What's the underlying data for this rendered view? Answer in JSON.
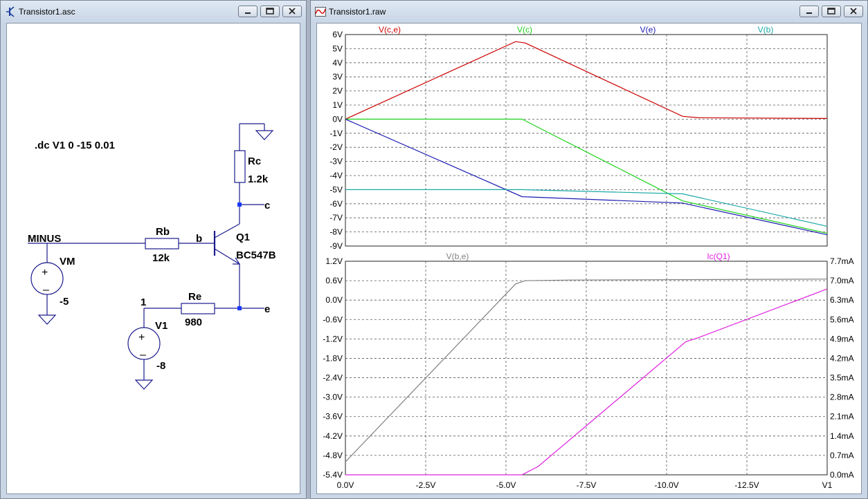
{
  "windows": {
    "schematic": {
      "title": "Transistor1.asc"
    },
    "waveform": {
      "title": "Transistor1.raw"
    }
  },
  "schematic": {
    "directive": ".dc V1  0 -15 0.01",
    "net_minus": "MINUS",
    "source_vm_name": "VM",
    "source_vm_value": "-5",
    "rb_name": "Rb",
    "rb_value": "12k",
    "node_b": "b",
    "q1_name": "Q1",
    "q1_model": "BC547B",
    "rc_name": "Rc",
    "rc_value": "1.2k",
    "node_c": "c",
    "node_1": "1",
    "re_name": "Re",
    "re_value": "980",
    "node_e": "e",
    "source_v1_name": "V1",
    "source_v1_value": "-8",
    "plus_sign": "+",
    "minus_sign": "–"
  },
  "colors": {
    "vce": "#cc0000",
    "vc": "#19d119",
    "ve": "#1a1ab0",
    "vb": "#1aa8a8",
    "vbe": "#808080",
    "ic": "#e020e0",
    "wire": "#1a1a8c",
    "grid": "#555555"
  },
  "icons": {
    "schematic": "transistor-icon",
    "waveform": "waveform-icon",
    "minimize": "minimize-icon",
    "maximize": "maximize-icon",
    "close": "close-icon"
  },
  "chart_data": [
    {
      "type": "line",
      "xlim": [
        0,
        -15
      ],
      "ylim": [
        -9,
        6
      ],
      "x_ticks": [
        "0.0V",
        "-2.5V",
        "-5.0V",
        "-7.5V",
        "-10.0V",
        "-12.5V"
      ],
      "x_tick_values": [
        0,
        -2.5,
        -5,
        -7.5,
        -10,
        -12.5
      ],
      "x_end_label": "V1",
      "y_ticks": [
        "6V",
        "5V",
        "4V",
        "3V",
        "2V",
        "1V",
        "0V",
        "-1V",
        "-2V",
        "-3V",
        "-4V",
        "-5V",
        "-6V",
        "-7V",
        "-8V",
        "-9V"
      ],
      "y_tick_values": [
        6,
        5,
        4,
        3,
        2,
        1,
        0,
        -1,
        -2,
        -3,
        -4,
        -5,
        -6,
        -7,
        -8,
        -9
      ],
      "grid": true,
      "series": [
        {
          "name": "V(c,e)",
          "color": "#cc0000",
          "points": [
            [
              0,
              0
            ],
            [
              -5.3,
              5.5
            ],
            [
              -5.6,
              5.4
            ],
            [
              -10.5,
              0.2
            ],
            [
              -11,
              0.1
            ],
            [
              -15,
              0.05
            ]
          ]
        },
        {
          "name": "V(c)",
          "color": "#19d119",
          "points": [
            [
              0,
              0
            ],
            [
              -5.5,
              0
            ],
            [
              -10.5,
              -5.8
            ],
            [
              -15,
              -8.1
            ]
          ]
        },
        {
          "name": "V(e)",
          "color": "#1a1ab0",
          "points": [
            [
              0,
              0
            ],
            [
              -5.5,
              -5.5
            ],
            [
              -10.5,
              -5.95
            ],
            [
              -15,
              -8.2
            ]
          ]
        },
        {
          "name": "V(b)",
          "color": "#1aa8a8",
          "points": [
            [
              0,
              -5
            ],
            [
              -5.5,
              -5
            ],
            [
              -10.5,
              -5.3
            ],
            [
              -15,
              -7.6
            ]
          ]
        }
      ]
    },
    {
      "type": "line",
      "xlim": [
        0,
        -15
      ],
      "ylim": [
        -5.4,
        1.2
      ],
      "y_ticks": [
        "1.2V",
        "0.6V",
        "0.0V",
        "-0.6V",
        "-1.2V",
        "-1.8V",
        "-2.4V",
        "-3.0V",
        "-3.6V",
        "-4.2V",
        "-4.8V",
        "-5.4V"
      ],
      "y_tick_values": [
        1.2,
        0.6,
        0,
        -0.6,
        -1.2,
        -1.8,
        -2.4,
        -3.0,
        -3.6,
        -4.2,
        -4.8,
        -5.4
      ],
      "y2lim": [
        0,
        7.7
      ],
      "y2_ticks": [
        "7.7mA",
        "7.0mA",
        "6.3mA",
        "5.6mA",
        "4.9mA",
        "4.2mA",
        "3.5mA",
        "2.8mA",
        "2.1mA",
        "1.4mA",
        "0.7mA",
        "0.0mA"
      ],
      "y2_tick_values": [
        7.7,
        7.0,
        6.3,
        5.6,
        4.9,
        4.2,
        3.5,
        2.8,
        2.1,
        1.4,
        0.7,
        0
      ],
      "grid": true,
      "series": [
        {
          "name": "V(b,e)",
          "color": "#808080",
          "axis": "left",
          "points": [
            [
              0,
              -5.0
            ],
            [
              -5.3,
              0.5
            ],
            [
              -5.6,
              0.6
            ],
            [
              -7,
              0.62
            ],
            [
              -15,
              0.65
            ]
          ]
        },
        {
          "name": "Ic(Q1)",
          "color": "#e020e0",
          "axis": "right",
          "points": [
            [
              0,
              0
            ],
            [
              -5.5,
              0
            ],
            [
              -6,
              0.3
            ],
            [
              -10.6,
              4.8
            ],
            [
              -11,
              4.95
            ],
            [
              -15,
              6.7
            ]
          ]
        }
      ]
    }
  ]
}
